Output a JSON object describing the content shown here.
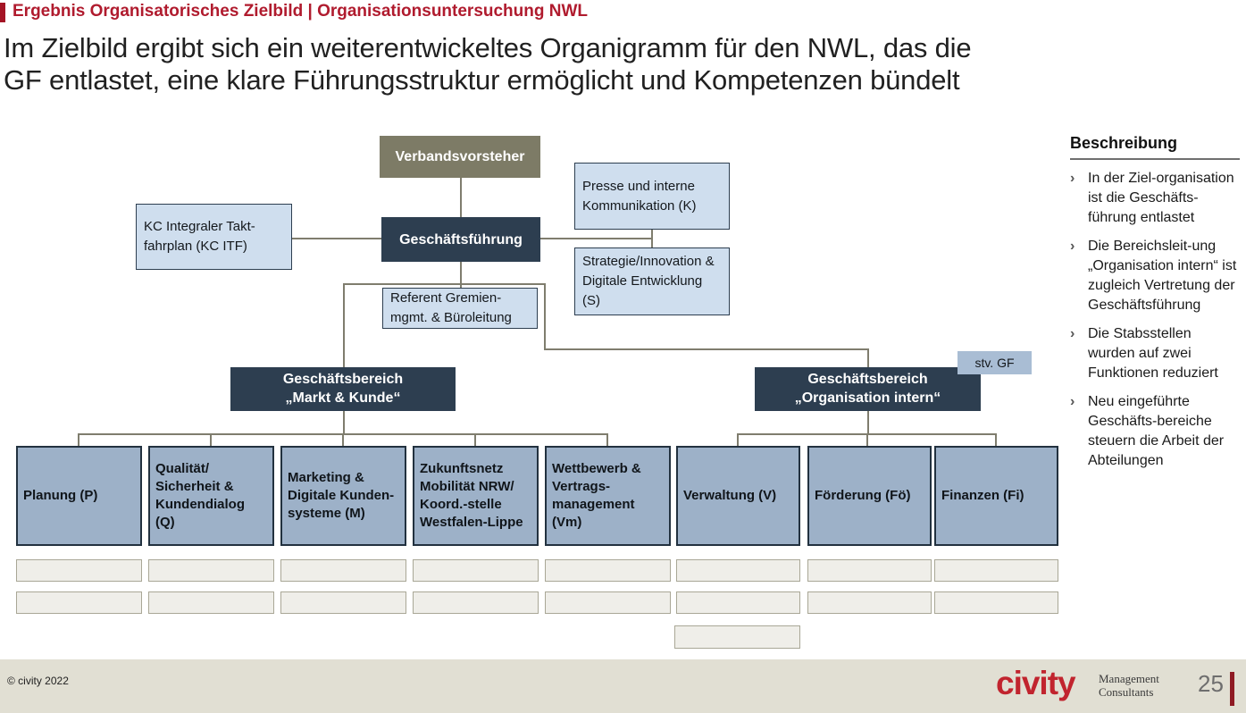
{
  "page": {
    "kicker": "Ergebnis Organisatorisches Zielbild | Organisationsuntersuchung NWL",
    "title_lines": [
      "Im Zielbild ergibt sich ein weiterentwickeltes Organigramm für den NWL, das die",
      "GF entlastet, eine klare Führungsstruktur ermöglicht und Kompetenzen bündelt"
    ]
  },
  "org": {
    "verbandsvorsteher": "Verbandsvorsteher",
    "geschaeftsfuehrung": "Geschäftsführung",
    "kc_itf": "KC Integraler Takt-fahrplan (KC ITF)",
    "presse": "Presse und interne Kommunikation (K)",
    "strategie": "Strategie/Innovation & Digitale Entwicklung (S)",
    "referent": "Referent Gremien-mgmt. & Büroleitung",
    "divisions": [
      {
        "line1": "Geschäftsbereich",
        "line2": "„Markt & Kunde“"
      },
      {
        "line1": "Geschäftsbereich",
        "line2": "„Organisation intern“"
      }
    ],
    "stv_gf": "stv. GF",
    "departments": [
      "Planung (P)",
      "Qualität/ Sicherheit & Kundendialog (Q)",
      "Marketing & Digitale Kunden-systeme (M)",
      "Zukunftsnetz Mobilität NRW/ Koord.-stelle Westfalen-Lippe",
      "Wettbewerb & Vertrags-management (Vm)",
      "Verwaltung (V)",
      "Förderung (Fö)",
      "Finanzen (Fi)"
    ]
  },
  "sidebar": {
    "title": "Beschreibung",
    "bullets": [
      "In der Ziel-organisation ist die Geschäfts-führung entlastet",
      "Die Bereichsleit-ung „Organisation intern“ ist zugleich Vertretung der Geschäftsführung",
      "Die Stabsstellen wurden auf zwei Funktionen reduziert",
      "Neu eingeführte Geschäfts-bereiche steuern die Arbeit der Abteilungen"
    ]
  },
  "footer": {
    "copyright": "© civity 2022",
    "brand": "civity",
    "brand_sub_line1": "Management",
    "brand_sub_line2": "Consultants",
    "page_number": "25"
  },
  "colors": {
    "accent_red": "#b01b2e",
    "logo_red": "#c1242e",
    "navy": "#2d3e50",
    "olive": "#7d7b66",
    "pale_blue": "#cfdeee",
    "slate_blue": "#9db1c8",
    "line_gray": "#7f7d6e",
    "footer_beige": "#e1dfd3"
  }
}
